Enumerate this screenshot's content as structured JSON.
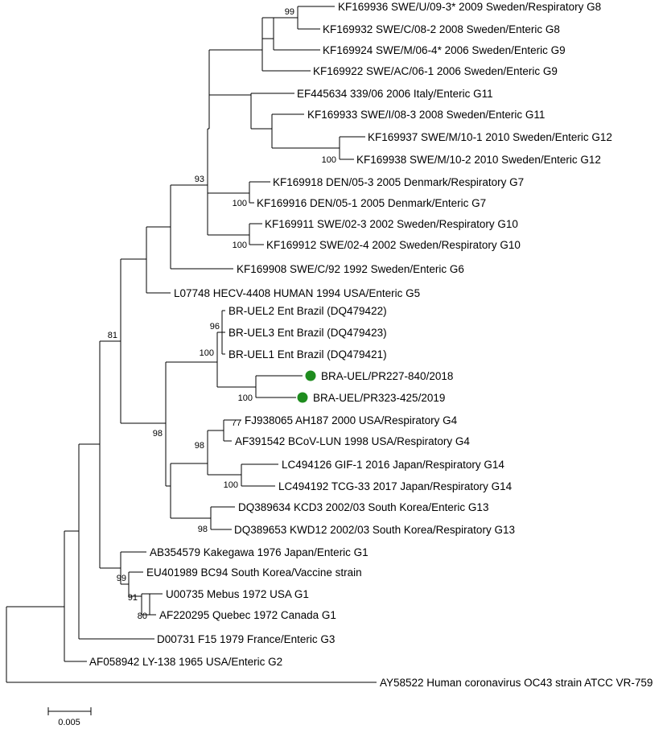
{
  "tree": {
    "leaves": [
      {
        "id": "l1",
        "label": "KF169936 SWE/U/09-3* 2009 Sweden/Respiratory G8"
      },
      {
        "id": "l2",
        "label": "KF169932 SWE/C/08-2 2008 Sweden/Enteric G8"
      },
      {
        "id": "l3",
        "label": "KF169924 SWE/M/06-4* 2006 Sweden/Enteric G9"
      },
      {
        "id": "l4",
        "label": "KF169922 SWE/AC/06-1 2006 Sweden/Enteric G9"
      },
      {
        "id": "l5",
        "label": "EF445634 339/06 2006 Italy/Enteric G11"
      },
      {
        "id": "l6",
        "label": "KF169933 SWE/I/08-3 2008 Sweden/Enteric G11"
      },
      {
        "id": "l7",
        "label": "KF169937 SWE/M/10-1 2010 Sweden/Enteric G12"
      },
      {
        "id": "l8",
        "label": "KF169938 SWE/M/10-2 2010 Sweden/Enteric G12"
      },
      {
        "id": "l9",
        "label": "KF169918 DEN/05-3 2005 Denmark/Respiratory G7"
      },
      {
        "id": "l10",
        "label": "KF169916 DEN/05-1 2005 Denmark/Enteric G7"
      },
      {
        "id": "l11",
        "label": "KF169911 SWE/02-3 2002 Sweden/Respiratory G10"
      },
      {
        "id": "l12",
        "label": "KF169912 SWE/02-4 2002 Sweden/Respiratory G10"
      },
      {
        "id": "l13",
        "label": "KF169908 SWE/C/92 1992 Sweden/Enteric G6"
      },
      {
        "id": "l14",
        "label": "L07748 HECV-4408 HUMAN 1994 USA/Enteric G5"
      },
      {
        "id": "l15",
        "label": "BR-UEL2 Ent Brazil (DQ479422)"
      },
      {
        "id": "l16",
        "label": "BR-UEL3 Ent Brazil (DQ479423)"
      },
      {
        "id": "l17",
        "label": "BR-UEL1 Ent Brazil (DQ479421)"
      },
      {
        "id": "l18",
        "label": "BRA-UEL/PR227-840/2018",
        "marker": true
      },
      {
        "id": "l19",
        "label": "BRA-UEL/PR323-425/2019",
        "marker": true
      },
      {
        "id": "l20",
        "label": "FJ938065 AH187 2000 USA/Respiratory G4"
      },
      {
        "id": "l21",
        "label": "AF391542 BCoV-LUN 1998 USA/Respiratory G4"
      },
      {
        "id": "l22",
        "label": "LC494126 GIF-1 2016 Japan/Respiratory G14"
      },
      {
        "id": "l23",
        "label": "LC494192 TCG-33 2017 Japan/Respiratory G14"
      },
      {
        "id": "l24",
        "label": "DQ389634 KCD3 2002/03 South Korea/Enteric G13"
      },
      {
        "id": "l25",
        "label": "DQ389653 KWD12 2002/03 South Korea/Respiratory G13"
      },
      {
        "id": "l26",
        "label": "AB354579 Kakegawa 1976 Japan/Enteric G1"
      },
      {
        "id": "l27",
        "label": "EU401989 BC94 South Korea/Vaccine strain"
      },
      {
        "id": "l28",
        "label": "U00735 Mebus 1972 USA G1"
      },
      {
        "id": "l29",
        "label": "AF220295 Quebec 1972 Canada G1"
      },
      {
        "id": "l30",
        "label": "D00731 F15 1979 France/Enteric G3"
      },
      {
        "id": "l31",
        "label": "AF058942 LY-138 1965 USA/Enteric G2"
      },
      {
        "id": "l32",
        "label": "AY58522 Human coronavirus OC43 strain ATCC VR-759"
      }
    ],
    "bootstrap": [
      {
        "id": "b1",
        "value": "99"
      },
      {
        "id": "b2",
        "value": "100"
      },
      {
        "id": "b3",
        "value": "93"
      },
      {
        "id": "b4",
        "value": "100"
      },
      {
        "id": "b5",
        "value": "100"
      },
      {
        "id": "b6",
        "value": "81"
      },
      {
        "id": "b7",
        "value": "96"
      },
      {
        "id": "b8",
        "value": "100"
      },
      {
        "id": "b9",
        "value": "100"
      },
      {
        "id": "b10",
        "value": "98"
      },
      {
        "id": "b11",
        "value": "77"
      },
      {
        "id": "b12",
        "value": "98"
      },
      {
        "id": "b13",
        "value": "100"
      },
      {
        "id": "b14",
        "value": "98"
      },
      {
        "id": "b15",
        "value": "99"
      },
      {
        "id": "b16",
        "value": "91"
      },
      {
        "id": "b17",
        "value": "80"
      }
    ],
    "scale_bar": {
      "label": "0.005"
    },
    "marker_color": "#1e8c1e"
  }
}
